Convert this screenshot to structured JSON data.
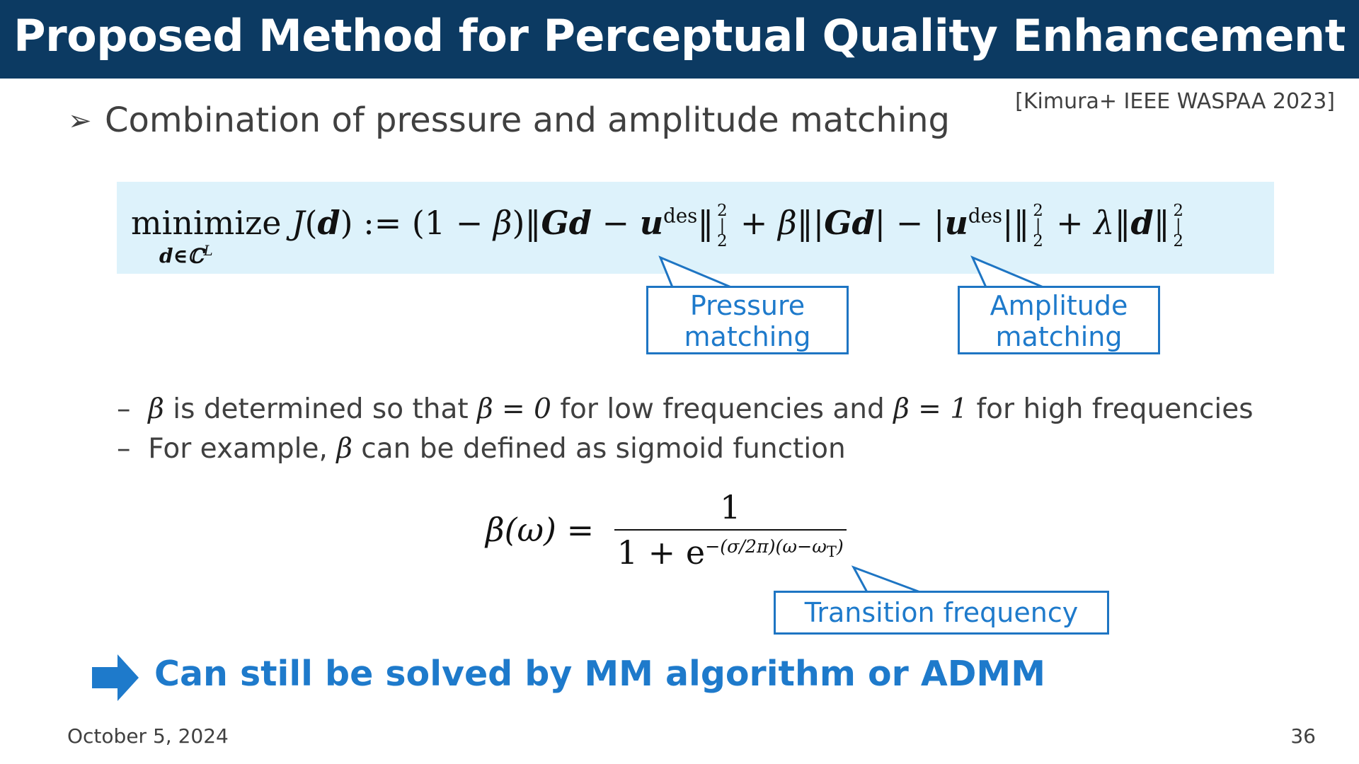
{
  "header": {
    "title": "Proposed Method for Perceptual Quality Enhancement"
  },
  "citation": "[Kimura+ IEEE WASPAA 2023]",
  "bullet": {
    "icon": "arrow-bullet-icon",
    "marker": "➢",
    "text": "Combination of pressure and amplitude matching"
  },
  "objective": {
    "operator": "minimize",
    "operator_sub": "d∈ℂ",
    "operator_sub_sup": "L",
    "tokens": [
      {
        "t": "J",
        "s": "i"
      },
      {
        "t": "(",
        "s": "n"
      },
      {
        "t": "d",
        "s": "b"
      },
      {
        "t": ") := (1 − ",
        "s": "n"
      },
      {
        "t": "β",
        "s": "i"
      },
      {
        "t": ")‖",
        "s": "n"
      },
      {
        "t": "Gd",
        "s": "b"
      },
      {
        "t": " − ",
        "s": "n"
      },
      {
        "t": "u",
        "s": "b"
      },
      {
        "t": "des",
        "s": "sup"
      },
      {
        "t": "‖",
        "s": "n"
      },
      {
        "t": "2|2",
        "s": "ss"
      },
      {
        "t": " + ",
        "s": "n"
      },
      {
        "t": "β",
        "s": "i"
      },
      {
        "t": "‖|",
        "s": "n"
      },
      {
        "t": "Gd",
        "s": "b"
      },
      {
        "t": "| − |",
        "s": "n"
      },
      {
        "t": "u",
        "s": "b"
      },
      {
        "t": "des",
        "s": "sup"
      },
      {
        "t": "|‖",
        "s": "n"
      },
      {
        "t": "2|2",
        "s": "ss"
      },
      {
        "t": " + ",
        "s": "n"
      },
      {
        "t": "λ",
        "s": "i"
      },
      {
        "t": "‖",
        "s": "n"
      },
      {
        "t": "d",
        "s": "b"
      },
      {
        "t": "‖",
        "s": "n"
      },
      {
        "t": "2|2",
        "s": "ss"
      }
    ]
  },
  "callouts": {
    "pressure": [
      "Pressure",
      "matching"
    ],
    "amplitude": [
      "Amplitude",
      "matching"
    ],
    "transition": "Transition frequency"
  },
  "dash_items": [
    {
      "dash": "–",
      "beta": "β",
      "t1": "is determined so that",
      "eq1": "β = 0",
      "t2": "for low frequencies and",
      "eq2": "β = 1",
      "t3": "for high frequencies"
    },
    {
      "dash": "–",
      "t1": "For example,",
      "beta": "β",
      "t2": "can be defined as sigmoid function"
    }
  ],
  "sigmoid": {
    "lhs": "β(ω) =",
    "numerator": "1",
    "denominator_base": "1 + e",
    "exponent": "−(σ/2π)(ω−ω",
    "exponent_sub": "T",
    "exponent_close": ")"
  },
  "conclusion": {
    "icon": "right-arrow-icon",
    "text": "Can still be solved by MM algorithm or ADMM",
    "color": "#1e7acb"
  },
  "footer": {
    "date": "October 5, 2024",
    "page": "36"
  }
}
